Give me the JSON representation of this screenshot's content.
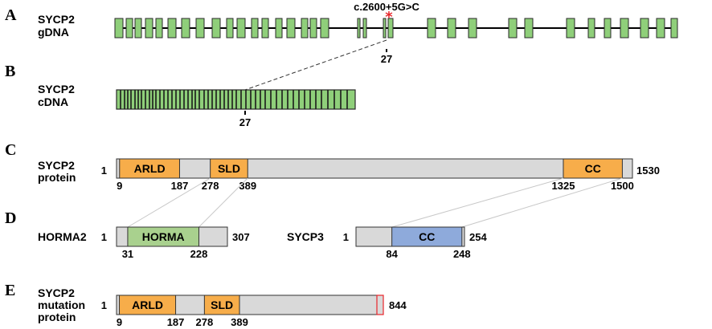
{
  "colors": {
    "exon": "#8fcf7a",
    "exon_stroke": "#2a2a2a",
    "protein_bg": "#d9d9d9",
    "orange_domain": "#f7ad4a",
    "horma_domain": "#a9d18e",
    "cc_blue": "#8eaadb",
    "mutation_red": "#e8262b",
    "connector": "#c8c8c8"
  },
  "panels": {
    "A": {
      "letter": "A",
      "label_line1": "SYCP2",
      "label_line2": "gDNA",
      "mutation": "c.2600+5G>C",
      "star": "*",
      "exon_marker": "27"
    },
    "B": {
      "letter": "B",
      "label_line1": "SYCP2",
      "label_line2": "cDNA",
      "exon_marker": "27"
    },
    "C": {
      "letter": "C",
      "label_line1": "SYCP2",
      "label_line2": "protein",
      "start": "1",
      "end": "1530",
      "length": 1530,
      "domains": [
        {
          "name": "ARLD",
          "start": 9,
          "end": 187,
          "start_label": "9",
          "end_label": "187",
          "color": "orange"
        },
        {
          "name": "SLD",
          "start": 278,
          "end": 389,
          "start_label": "278",
          "end_label": "389",
          "color": "orange"
        },
        {
          "name": "CC",
          "start": 1325,
          "end": 1500,
          "start_label": "1325",
          "end_label": "1500",
          "color": "orange"
        }
      ]
    },
    "D": {
      "letter": "D",
      "horma2": {
        "label": "HORMA2",
        "start": "1",
        "end": "307",
        "length": 307,
        "domain": {
          "name": "HORMA",
          "start": 31,
          "end": 228,
          "start_label": "31",
          "end_label": "228"
        }
      },
      "sycp3": {
        "label": "SYCP3",
        "start": "1",
        "end": "254",
        "length": 254,
        "domain": {
          "name": "CC",
          "start": 84,
          "end": 248,
          "start_label": "84",
          "end_label": "248"
        }
      }
    },
    "E": {
      "letter": "E",
      "label_line1": "SYCP2",
      "label_line2": "mutation",
      "label_line3": "protein",
      "start": "1",
      "end": "844",
      "length": 844,
      "domains": [
        {
          "name": "ARLD",
          "start": 9,
          "end": 187,
          "start_label": "9",
          "end_label": "187"
        },
        {
          "name": "SLD",
          "start": 278,
          "end": 389,
          "start_label": "278",
          "end_label": "389"
        }
      ]
    }
  }
}
